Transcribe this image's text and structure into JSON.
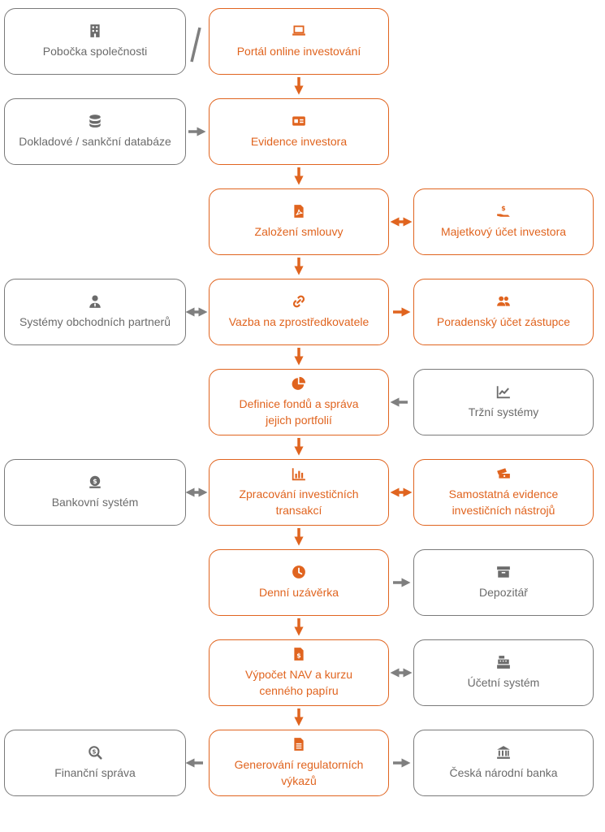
{
  "nodes": {
    "pobocka": "Pobočka společnosti",
    "portal": "Portál online investování",
    "dokladove": "Dokladové / sankční databáze",
    "evidence": "Evidence investora",
    "zalozeni": "Založení smlouvy",
    "majetkovy": "Majetkový účet investora",
    "systemy_partneru": "Systémy obchodních partnerů",
    "vazba": "Vazba na zprostředkovatele",
    "poradensky": "Poradenský účet zástupce",
    "definice": "Definice fondů a správa\njejich portfolií",
    "trzni": "Tržní systémy",
    "bankovni": "Bankovní systém",
    "zpracovani": "Zpracování investičních\ntransakcí",
    "samostatna": "Samostatná evidence\ninvestičních nástrojů",
    "denni": "Denní uzávěrka",
    "depozitar": "Depozitář",
    "vypocet": "Výpočet NAV a kurzu\ncenného papíru",
    "ucetni": "Účetní systém",
    "financni": "Finanční správa",
    "generovani": "Generování regulatorních\nvýkazů",
    "cnb": "Česká národní banka"
  },
  "icons": {
    "pobocka": "building-icon",
    "portal": "laptop-icon",
    "dokladove": "database-icon",
    "evidence": "id-card-icon",
    "zalozeni": "document-pdf-icon",
    "majetkovy": "hand-dollar-icon",
    "systemy_partneru": "user-tie-icon",
    "vazba": "link-icon",
    "poradensky": "users-icon",
    "definice": "pie-chart-icon",
    "trzni": "line-chart-icon",
    "bankovni": "piggy-bank-icon",
    "zpracovani": "bar-chart-icon",
    "samostatna": "tickets-icon",
    "denni": "clock-icon",
    "depozitar": "archive-icon",
    "vypocet": "invoice-dollar-icon",
    "ucetni": "cash-register-icon",
    "financni": "search-dollar-icon",
    "generovani": "file-lines-icon",
    "cnb": "bank-icon"
  },
  "colors": {
    "accent": "#e0641f",
    "gray_border": "#7a7a7a",
    "gray_text": "#6b6b6b",
    "arrow_gray": "#7f7f7f"
  }
}
